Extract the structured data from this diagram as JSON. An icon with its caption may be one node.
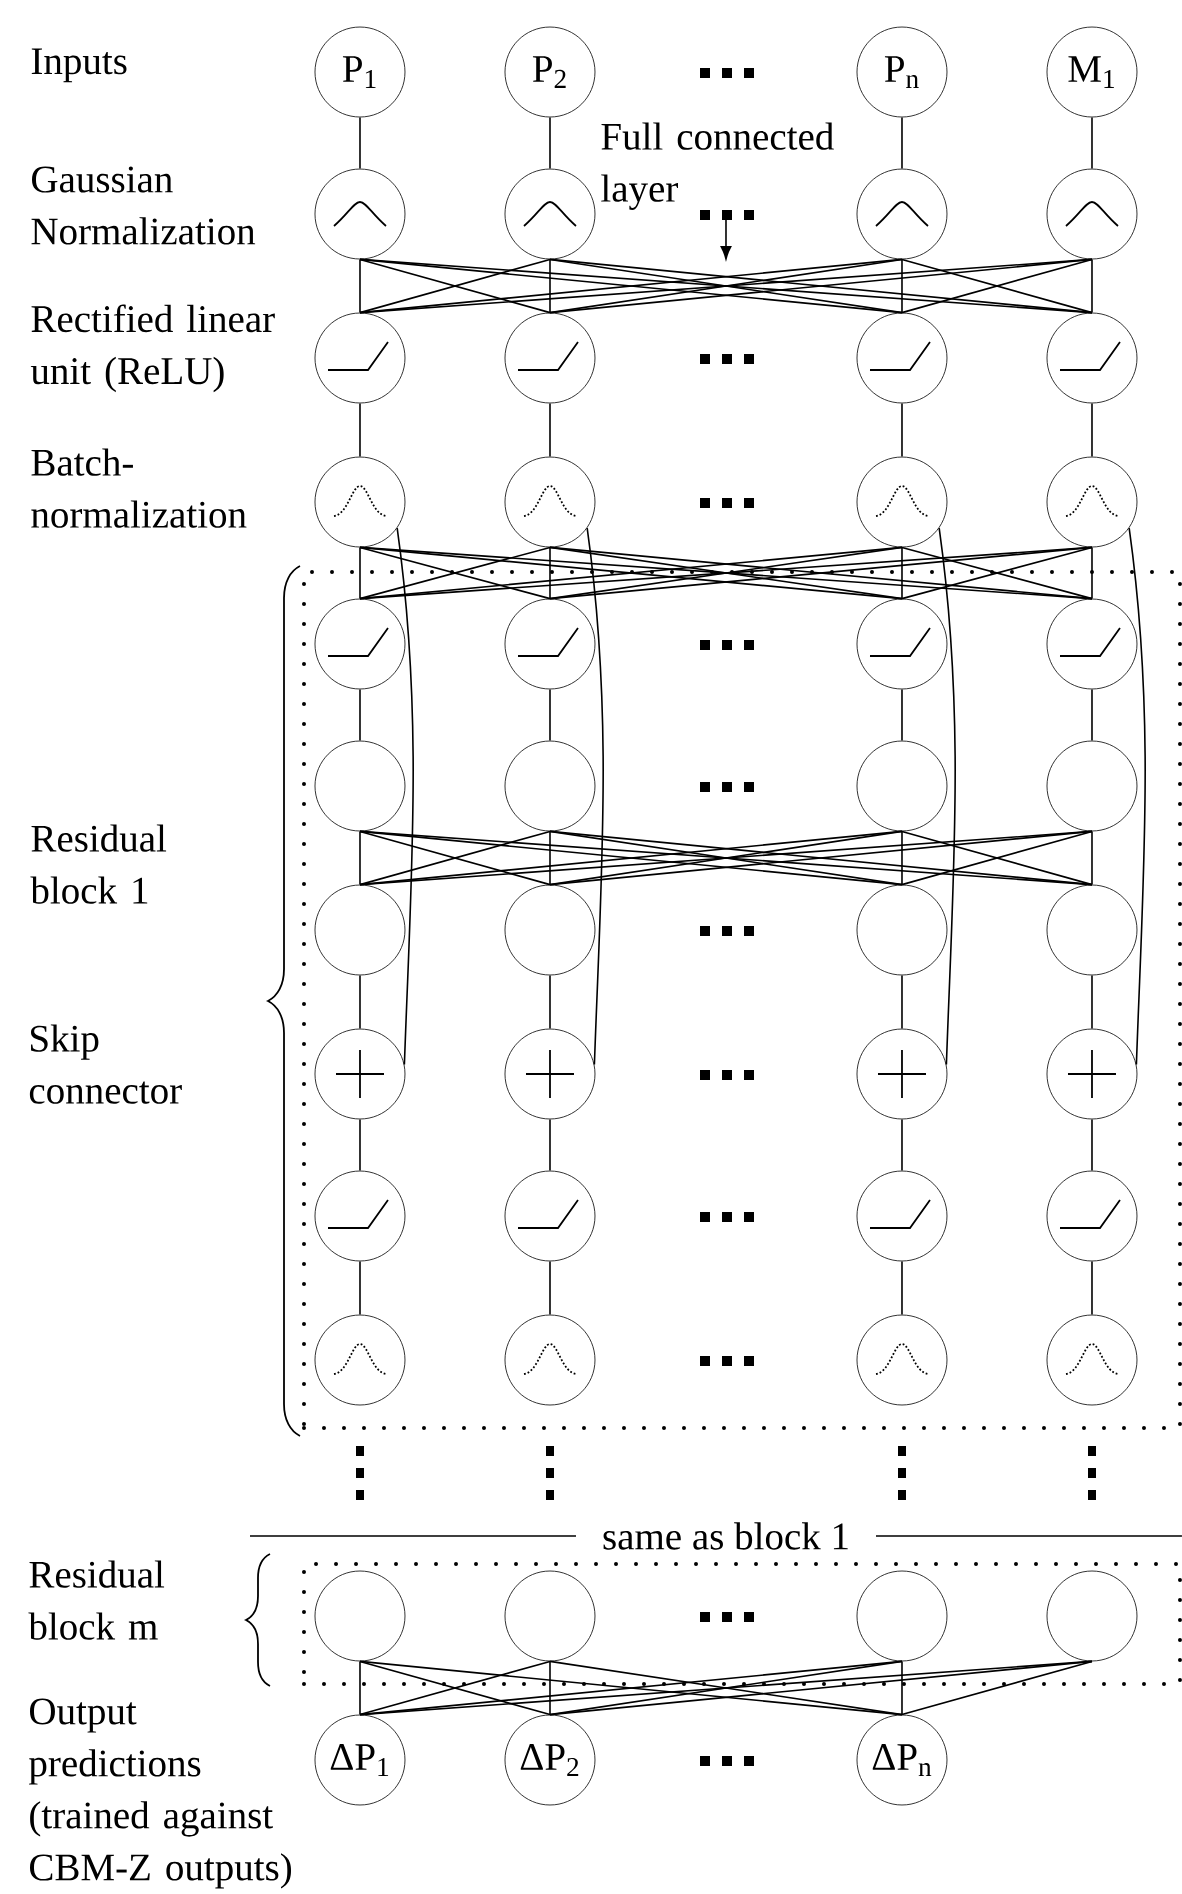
{
  "diagram": {
    "nodes": [
      {
        "text": [
          "P$_{1}$"
        ]
      },
      {
        "text": [
          "P$_{2}$"
        ]
      },
      {
        "text": [
          "P$_{n}$"
        ]
      },
      {
        "text": [
          "M$_{1}$"
        ]
      },
      {
        "text": [
          "Full connected layer"
        ]
      },
      {
        "text": [],
        "shape": "circle"
      },
      {
        "text": [],
        "shape": "circle"
      },
      {
        "text": [],
        "shape": "circle"
      },
      {
        "text": [],
        "shape": "circle"
      },
      {
        "text": [],
        "shape": "circle"
      },
      {
        "text": [],
        "shape": "circle"
      },
      {
        "text": [],
        "shape": "circle"
      },
      {
        "text": [],
        "shape": "circle"
      },
      {
        "text": [],
        "shape": "circle"
      },
      {
        "text": [],
        "shape": "circle"
      },
      {
        "text": [],
        "shape": "circle"
      },
      {
        "text": [],
        "shape": "circle"
      },
      {
        "text": [],
        "shape": "box"
      },
      {
        "text": [],
        "shape": "circle",
        "in": 17
      },
      {
        "text": [],
        "shape": "circle",
        "in": 17
      },
      {
        "text": [],
        "shape": "circle",
        "in": 17
      },
      {
        "text": [],
        "shape": "circle",
        "in": 17
      },
      {
        "text": [],
        "shape": "circle",
        "in": 17
      },
      {
        "text": [],
        "shape": "circle",
        "in": 17
      },
      {
        "text": [],
        "shape": "circle",
        "in": 17
      },
      {
        "text": [],
        "shape": "circle",
        "in": 17
      },
      {
        "text": [],
        "shape": "circle",
        "in": 17
      },
      {
        "text": [],
        "shape": "circle",
        "in": 17
      },
      {
        "text": [],
        "shape": "circle",
        "in": 17
      },
      {
        "text": [],
        "shape": "circle",
        "in": 17
      },
      {
        "text": [],
        "shape": "circle",
        "in": 17
      },
      {
        "text": [],
        "shape": "circle",
        "in": 17
      },
      {
        "text": [],
        "shape": "circle",
        "in": 17
      },
      {
        "text": [],
        "shape": "circle",
        "in": 17
      },
      {
        "text": [],
        "shape": "circle",
        "in": 17
      },
      {
        "text": [],
        "shape": "circle",
        "in": 17
      },
      {
        "text": [],
        "shape": "circle",
        "in": 17
      },
      {
        "text": [],
        "shape": "circle",
        "in": 17
      },
      {
        "text": [],
        "shape": "circle",
        "in": 17
      },
      {
        "text": [],
        "shape": "circle",
        "in": 17
      },
      {
        "text": [],
        "shape": "circle",
        "in": 17
      },
      {
        "text": [],
        "shape": "circle",
        "in": 17
      },
      {
        "text": [],
        "shape": "box"
      },
      {
        "text": [],
        "shape": "circle",
        "in": 42
      },
      {
        "text": [],
        "shape": "circle",
        "in": 42
      },
      {
        "text": [],
        "shape": "circle",
        "in": 42
      },
      {
        "text": [],
        "shape": "circle",
        "in": 42
      },
      {
        "text": [
          "ΔP$_{1}$"
        ]
      },
      {
        "text": [
          "ΔP$_{2}$"
        ]
      },
      {
        "text": [
          "ΔP$_{n}$"
        ]
      }
    ],
    "edges": [
      {
        "from": 0,
        "to": 5,
        "arrow": "none"
      },
      {
        "from": 1,
        "to": 6,
        "arrow": "none"
      },
      {
        "from": 2,
        "to": 7,
        "arrow": "none"
      },
      {
        "from": 3,
        "to": 8,
        "arrow": "none"
      },
      {
        "from": 4,
        "to": null,
        "arrow": "to"
      },
      {
        "from": 5,
        "to": 9,
        "arrow": "none"
      },
      {
        "from": 5,
        "to": 10,
        "arrow": "none"
      },
      {
        "from": 5,
        "to": 11,
        "arrow": "none"
      },
      {
        "from": 5,
        "to": 12,
        "arrow": "none"
      },
      {
        "from": 6,
        "to": 9,
        "arrow": "none"
      },
      {
        "from": 6,
        "to": 10,
        "arrow": "none"
      },
      {
        "from": 6,
        "to": 11,
        "arrow": "none"
      },
      {
        "from": 6,
        "to": 12,
        "arrow": "none"
      },
      {
        "from": 7,
        "to": 9,
        "arrow": "none"
      },
      {
        "from": 7,
        "to": 10,
        "arrow": "none"
      },
      {
        "from": 7,
        "to": 11,
        "arrow": "none"
      },
      {
        "from": 7,
        "to": 12,
        "arrow": "none"
      },
      {
        "from": 8,
        "to": 9,
        "arrow": "none"
      },
      {
        "from": 8,
        "to": 10,
        "arrow": "none"
      },
      {
        "from": 8,
        "to": 11,
        "arrow": "none"
      },
      {
        "from": 8,
        "to": 12,
        "arrow": "none"
      },
      {
        "from": 9,
        "to": 13,
        "arrow": "none"
      },
      {
        "from": 10,
        "to": 14,
        "arrow": "none"
      },
      {
        "from": 11,
        "to": 15,
        "arrow": "none"
      },
      {
        "from": 12,
        "to": 16,
        "arrow": "none"
      },
      {
        "from": 13,
        "to": 18,
        "arrow": "none"
      },
      {
        "from": 13,
        "to": 19,
        "arrow": "none"
      },
      {
        "from": 13,
        "to": 20,
        "arrow": "none"
      },
      {
        "from": 13,
        "to": 21,
        "arrow": "none"
      },
      {
        "from": 14,
        "to": 18,
        "arrow": "none"
      },
      {
        "from": 14,
        "to": 19,
        "arrow": "none"
      },
      {
        "from": 14,
        "to": 20,
        "arrow": "none"
      },
      {
        "from": 14,
        "to": 21,
        "arrow": "none"
      },
      {
        "from": 15,
        "to": 18,
        "arrow": "none"
      },
      {
        "from": 15,
        "to": 19,
        "arrow": "none"
      },
      {
        "from": 15,
        "to": 20,
        "arrow": "none"
      },
      {
        "from": 15,
        "to": 21,
        "arrow": "none"
      },
      {
        "from": 16,
        "to": 18,
        "arrow": "none"
      },
      {
        "from": 16,
        "to": 19,
        "arrow": "none"
      },
      {
        "from": 16,
        "to": 20,
        "arrow": "none"
      },
      {
        "from": 16,
        "to": 21,
        "arrow": "none"
      },
      {
        "from": 13,
        "to": 30,
        "arrow": "none"
      },
      {
        "from": 14,
        "to": 31,
        "arrow": "none"
      },
      {
        "from": 15,
        "to": 32,
        "arrow": "none"
      },
      {
        "from": 16,
        "to": 33,
        "arrow": "none"
      },
      {
        "from": 18,
        "to": 22,
        "arrow": "none"
      },
      {
        "from": 19,
        "to": 23,
        "arrow": "none"
      },
      {
        "from": 20,
        "to": 24,
        "arrow": "none"
      },
      {
        "from": 21,
        "to": 25,
        "arrow": "none"
      },
      {
        "from": 22,
        "to": 26,
        "arrow": "none"
      },
      {
        "from": 22,
        "to": 27,
        "arrow": "none"
      },
      {
        "from": 22,
        "to": 28,
        "arrow": "none"
      },
      {
        "from": 22,
        "to": 29,
        "arrow": "none"
      },
      {
        "from": 23,
        "to": 26,
        "arrow": "none"
      },
      {
        "from": 23,
        "to": 27,
        "arrow": "none"
      },
      {
        "from": 23,
        "to": 28,
        "arrow": "none"
      },
      {
        "from": 23,
        "to": 29,
        "arrow": "none"
      },
      {
        "from": 24,
        "to": 26,
        "arrow": "none"
      },
      {
        "from": 24,
        "to": 27,
        "arrow": "none"
      },
      {
        "from": 24,
        "to": 28,
        "arrow": "none"
      },
      {
        "from": 24,
        "to": 29,
        "arrow": "none"
      },
      {
        "from": 25,
        "to": 26,
        "arrow": "none"
      },
      {
        "from": 25,
        "to": 27,
        "arrow": "none"
      },
      {
        "from": 25,
        "to": 28,
        "arrow": "none"
      },
      {
        "from": 25,
        "to": 29,
        "arrow": "none"
      },
      {
        "from": 26,
        "to": 30,
        "arrow": "none"
      },
      {
        "from": 27,
        "to": 31,
        "arrow": "none"
      },
      {
        "from": 28,
        "to": 32,
        "arrow": "none"
      },
      {
        "from": 29,
        "to": 33,
        "arrow": "none"
      },
      {
        "from": 30,
        "to": 34,
        "arrow": "none"
      },
      {
        "from": 31,
        "to": 35,
        "arrow": "none"
      },
      {
        "from": 32,
        "to": 36,
        "arrow": "none"
      },
      {
        "from": 33,
        "to": 37,
        "arrow": "none"
      },
      {
        "from": 34,
        "to": 38,
        "arrow": "none"
      },
      {
        "from": 35,
        "to": 39,
        "arrow": "none"
      },
      {
        "from": 36,
        "to": 40,
        "arrow": "none"
      },
      {
        "from": 37,
        "to": 41,
        "arrow": "none"
      },
      {
        "from": 43,
        "to": 47,
        "arrow": "none"
      },
      {
        "from": 43,
        "to": 48,
        "arrow": "none"
      },
      {
        "from": 43,
        "to": 49,
        "arrow": "none"
      },
      {
        "from": 44,
        "to": 47,
        "arrow": "none"
      },
      {
        "from": 44,
        "to": 48,
        "arrow": "none"
      },
      {
        "from": 44,
        "to": 49,
        "arrow": "none"
      },
      {
        "from": 45,
        "to": 47,
        "arrow": "none"
      },
      {
        "from": 45,
        "to": 48,
        "arrow": "none"
      },
      {
        "from": 45,
        "to": 49,
        "arrow": "none"
      },
      {
        "from": 46,
        "to": 47,
        "arrow": "none"
      },
      {
        "from": 46,
        "to": 48,
        "arrow": "none"
      },
      {
        "from": 46,
        "to": 49,
        "arrow": "none"
      }
    ],
    "labels": [
      "Inputs",
      "Gaussian Normalization",
      "Rectified linear unit (ReLU)",
      "Batch-normalization",
      "Residual block 1",
      "Skip connector",
      "same as block 1",
      "Residual block m",
      "Output predictions (trained against CBM-Z outputs)"
    ]
  }
}
